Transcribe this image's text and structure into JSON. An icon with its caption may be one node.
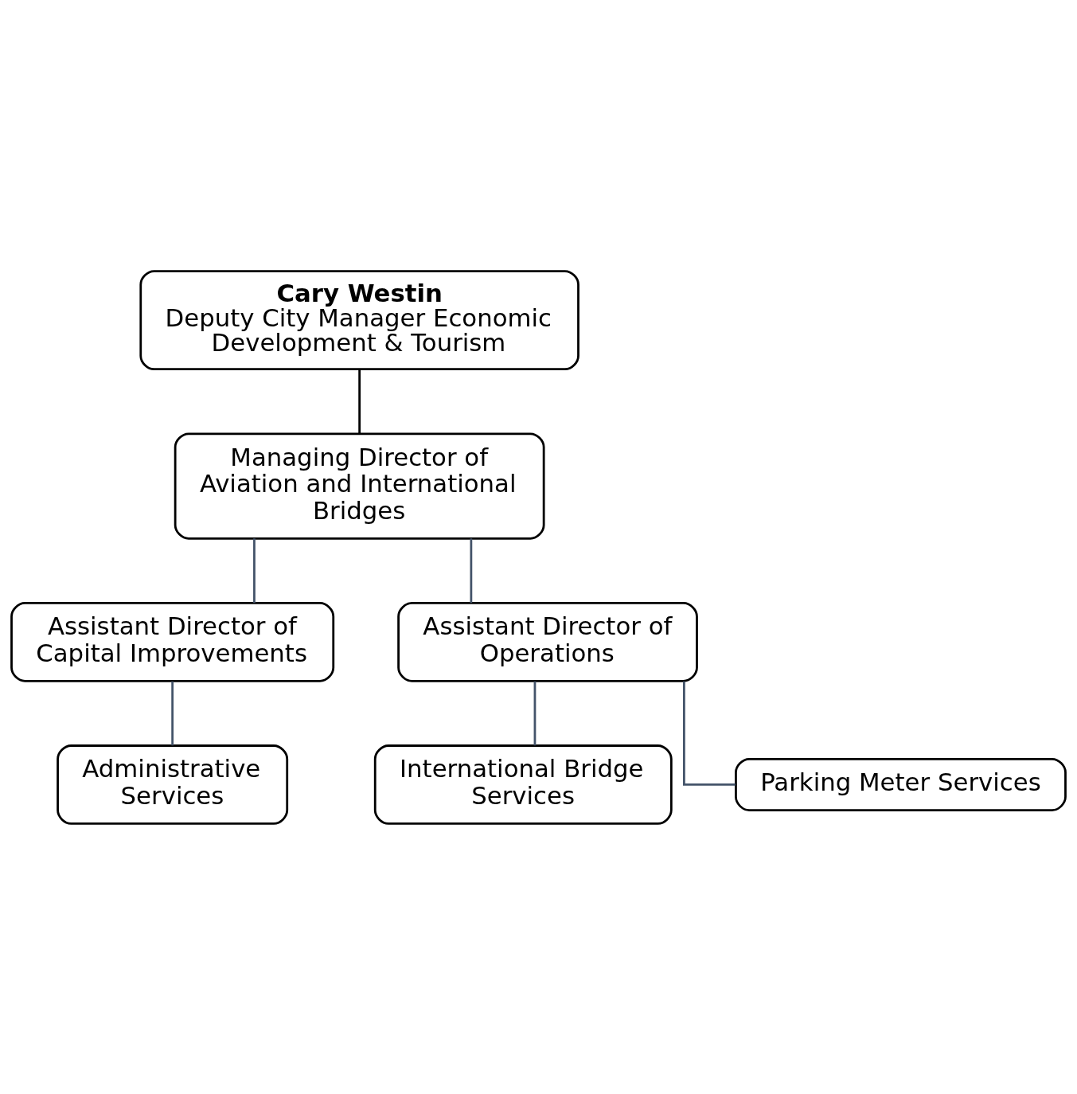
{
  "diagram": {
    "nodes": [
      {
        "text": [
          "Cary Westin",
          "Deputy City Manager Economic Development & Tourism"
        ]
      },
      {
        "text": [
          "Managing Director of Aviation and International Bridges"
        ]
      },
      {
        "text": [
          "Assistant Director of Capital Improvements"
        ]
      },
      {
        "text": [
          "Assistant Director of Operations"
        ]
      },
      {
        "text": [
          "Administrative Services"
        ]
      },
      {
        "text": [
          "International Bridge Services"
        ]
      },
      {
        "text": [
          "Parking Meter Services"
        ]
      }
    ],
    "edges": [
      {
        "from": 0,
        "to": 1,
        "arrow": "none",
        "color": "#000000"
      },
      {
        "from": 1,
        "to": 2,
        "arrow": "none"
      },
      {
        "from": 1,
        "to": 3,
        "arrow": "none"
      },
      {
        "from": 2,
        "to": 4,
        "arrow": "none"
      },
      {
        "from": 3,
        "to": 5,
        "arrow": "none"
      },
      {
        "from": 3,
        "to": 6,
        "arrow": "none"
      }
    ]
  }
}
